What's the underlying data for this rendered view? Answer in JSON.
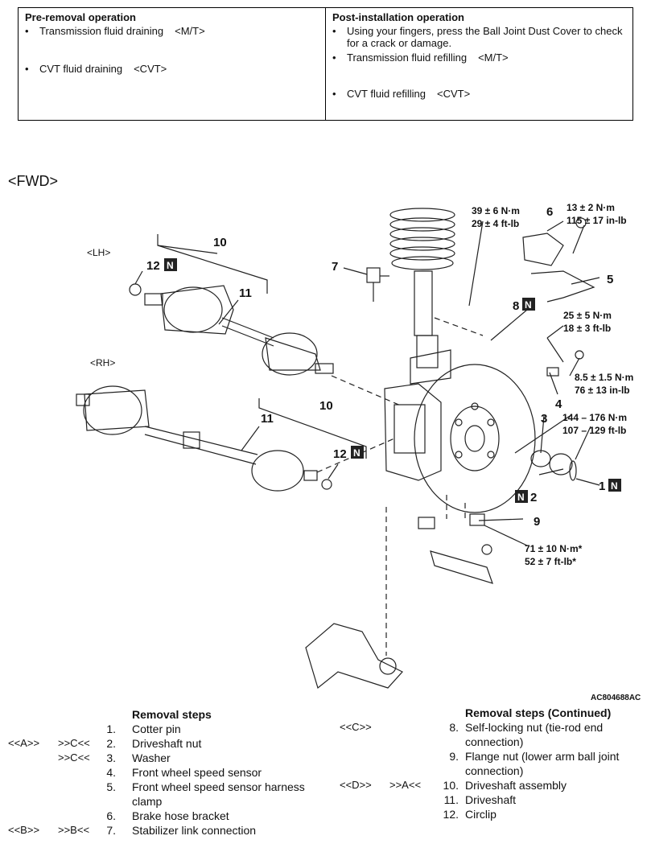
{
  "ops": {
    "pre_title": "Pre-removal operation",
    "pre_items": [
      {
        "text": "Transmission fluid draining",
        "code": "<M/T>"
      },
      {
        "text": "CVT fluid draining",
        "code": "<CVT>"
      }
    ],
    "post_title": "Post-installation operation",
    "post_items": [
      {
        "text": "Using your fingers, press the Ball Joint Dust Cover to check for a crack or damage.",
        "code": ""
      },
      {
        "text": "Transmission fluid refilling",
        "code": "<M/T>"
      },
      {
        "text": "CVT fluid refilling",
        "code": "<CVT>"
      }
    ],
    "bullet": "•"
  },
  "fwd_label": "<FWD>",
  "diagram": {
    "lh": "<LH>",
    "rh": "<RH>",
    "n": "N",
    "callouts": [
      "1",
      "2",
      "3",
      "4",
      "5",
      "6",
      "7",
      "8",
      "9",
      "10",
      "11",
      "12"
    ],
    "torque": {
      "t1a": "39 ± 6 N·m",
      "t1b": "29 ± 4 ft-lb",
      "t2a": "13 ± 2 N·m",
      "t2b": "115 ± 17 in-lb",
      "t3a": "25 ± 5 N·m",
      "t3b": "18 ± 3 ft-lb",
      "t4a": "8.5 ± 1.5 N·m",
      "t4b": "76 ± 13 in-lb",
      "t5a": "144 – 176 N·m",
      "t5b": "107 – 129 ft-lb",
      "t6a": "71 ± 10 N·m*",
      "t6b": "52 ± 7 ft-lb*"
    },
    "figure_id": "AC804688AC"
  },
  "removal": {
    "title": "Removal steps",
    "title_cont": "Removal steps (Continued)",
    "steps_left": [
      {
        "refA": "",
        "refB": "",
        "num": "1.",
        "text": "Cotter pin"
      },
      {
        "refA": "<<A>>",
        "refB": ">>C<<",
        "num": "2.",
        "text": "Driveshaft nut"
      },
      {
        "refA": "",
        "refB": ">>C<<",
        "num": "3.",
        "text": "Washer"
      },
      {
        "refA": "",
        "refB": "",
        "num": "4.",
        "text": "Front wheel speed sensor"
      },
      {
        "refA": "",
        "refB": "",
        "num": "5.",
        "text": "Front wheel speed sensor harness"
      },
      {
        "refA": "",
        "refB": "",
        "num": "",
        "text": "clamp"
      },
      {
        "refA": "",
        "refB": "",
        "num": "6.",
        "text": "Brake hose bracket"
      },
      {
        "refA": "<<B>>",
        "refB": ">>B<<",
        "num": "7.",
        "text": "Stabilizer link connection"
      }
    ],
    "steps_right": [
      {
        "refA": "<<C>>",
        "refB": "",
        "num": "8.",
        "text": "Self-locking nut (tie-rod end"
      },
      {
        "refA": "",
        "refB": "",
        "num": "",
        "text": "connection)"
      },
      {
        "refA": "",
        "refB": "",
        "num": "9.",
        "text": "Flange nut (lower arm ball joint"
      },
      {
        "refA": "",
        "refB": "",
        "num": "",
        "text": "connection)"
      },
      {
        "refA": "<<D>>",
        "refB": ">>A<<",
        "num": "10.",
        "text": "Driveshaft assembly"
      },
      {
        "refA": "",
        "refB": "",
        "num": "11.",
        "text": "Driveshaft"
      },
      {
        "refA": "",
        "refB": "",
        "num": "12.",
        "text": "Circlip"
      }
    ]
  }
}
